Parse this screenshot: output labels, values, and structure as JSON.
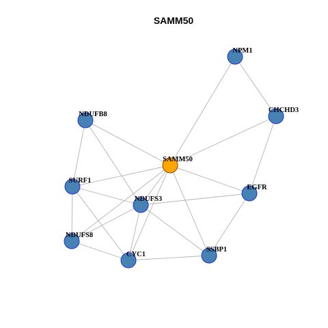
{
  "title": "SAMM50",
  "colors": {
    "center_fill": "#ffa500",
    "center_stroke": "#8b4500",
    "node_fill": "#4682b4",
    "node_stroke": "#1f2fd6",
    "edge": "#b3b3b3",
    "background": "#ffffff"
  },
  "nodes": [
    {
      "id": "SAMM50",
      "label": "SAMM50",
      "role": "center"
    },
    {
      "id": "NPM1",
      "label": "NPM1",
      "role": "neighbor"
    },
    {
      "id": "CHCHD3",
      "label": "CHCHD3",
      "role": "neighbor"
    },
    {
      "id": "NDUFB8",
      "label": "NDUFB8",
      "role": "neighbor"
    },
    {
      "id": "SURF1",
      "label": "SURF1",
      "role": "neighbor"
    },
    {
      "id": "NDUFS3",
      "label": "NDUFS3",
      "role": "neighbor"
    },
    {
      "id": "EGFR",
      "label": "EGFR",
      "role": "neighbor"
    },
    {
      "id": "NDUFS8",
      "label": "NDUFS8",
      "role": "neighbor"
    },
    {
      "id": "CYC1",
      "label": "CYC1",
      "role": "neighbor"
    },
    {
      "id": "SSBP1",
      "label": "SSBP1",
      "role": "neighbor"
    }
  ],
  "edges": [
    [
      "SAMM50",
      "NPM1"
    ],
    [
      "SAMM50",
      "CHCHD3"
    ],
    [
      "SAMM50",
      "NDUFB8"
    ],
    [
      "SAMM50",
      "SURF1"
    ],
    [
      "SAMM50",
      "NDUFS3"
    ],
    [
      "SAMM50",
      "EGFR"
    ],
    [
      "SAMM50",
      "NDUFS8"
    ],
    [
      "SAMM50",
      "CYC1"
    ],
    [
      "SAMM50",
      "SSBP1"
    ],
    [
      "NPM1",
      "CHCHD3"
    ],
    [
      "CHCHD3",
      "EGFR"
    ],
    [
      "NDUFB8",
      "SURF1"
    ],
    [
      "NDUFB8",
      "NDUFS3"
    ],
    [
      "SURF1",
      "NDUFS3"
    ],
    [
      "SURF1",
      "NDUFS8"
    ],
    [
      "SURF1",
      "CYC1"
    ],
    [
      "NDUFS3",
      "NDUFS8"
    ],
    [
      "NDUFS3",
      "CYC1"
    ],
    [
      "NDUFS3",
      "SSBP1"
    ],
    [
      "NDUFS3",
      "EGFR"
    ],
    [
      "NDUFS8",
      "CYC1"
    ],
    [
      "CYC1",
      "SSBP1"
    ],
    [
      "EGFR",
      "SSBP1"
    ]
  ]
}
